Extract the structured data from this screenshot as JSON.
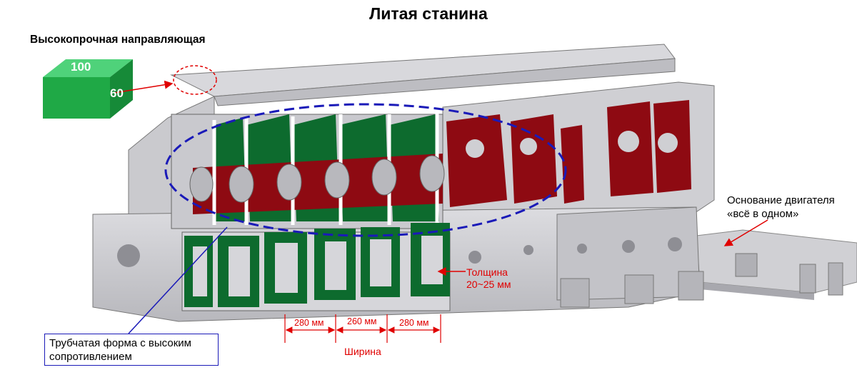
{
  "title": "Литая станина",
  "guide": {
    "label": "Высокопрочная направляющая",
    "dim_a": "100",
    "dim_b": "60"
  },
  "motor_base": {
    "line1": "Основание двигателя",
    "line2": "«всё в одном»"
  },
  "tube": {
    "line1": "Трубчатая форма с высоким",
    "line2": "сопротивлением"
  },
  "thickness": {
    "line1": "Толщина",
    "line2": "20~25 мм"
  },
  "widths": {
    "d1": "280 мм",
    "d2": "260 мм",
    "d3": "280 мм",
    "label": "Ширина"
  },
  "colors": {
    "casting": "#c8c8cc",
    "rib_red": "#8e0a12",
    "rib_green": "#0d6b2e",
    "block_green": "#22b04c",
    "annotation_red": "#e00000",
    "annotation_blue": "#1a1ab8"
  }
}
